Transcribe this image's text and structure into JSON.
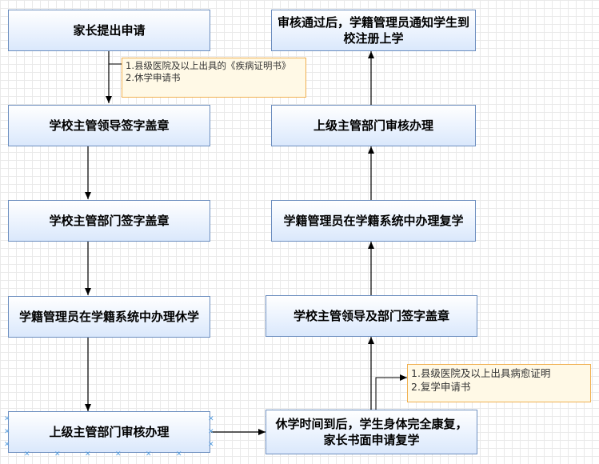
{
  "left_column": {
    "step1": "家长提出申请",
    "step2": "学校主管领导签字盖章",
    "step3": "学校主管部门签字盖章",
    "step4": "学籍管理员在学籍系统中办理休学",
    "step5": "上级主管部门审核办理"
  },
  "right_column": {
    "step6": "休学时间到后，学生身体完全康复，家长书面申请复学",
    "step7": "学校主管领导及部门签字盖章",
    "step8": "学籍管理员在学籍系统中办理复学",
    "step9": "上级主管部门审核办理",
    "step10": "审核通过后，学籍管理员通知学生到校注册上学"
  },
  "notes": {
    "suspension_docs": [
      "1.县级医院及以上出具的《疾病证明书》",
      "2.休学申请书"
    ],
    "resumption_docs": [
      "1.县级医院及以上出具病愈证明",
      "2.复学申请书"
    ]
  },
  "colors": {
    "box_border": "#6c8ebf",
    "box_fill": "#dae8fc",
    "note_border": "#f0b050",
    "note_fill": "#fff9e6",
    "arrow": "#000000"
  }
}
